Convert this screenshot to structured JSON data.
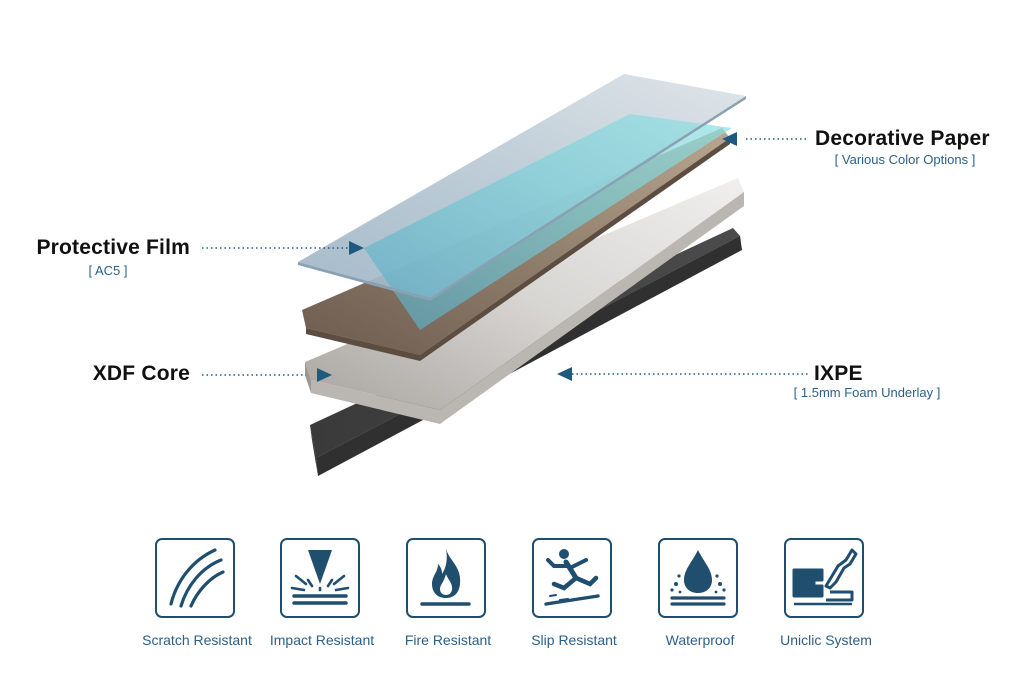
{
  "layers": {
    "protective_film": {
      "title": "Protective Film",
      "sub": "[ AC5 ]"
    },
    "decorative_paper": {
      "title": "Decorative Paper",
      "sub": "[ Various Color Options ]"
    },
    "xdf_core": {
      "title": "XDF Core"
    },
    "ixpe": {
      "title": "IXPE",
      "sub": "[ 1.5mm Foam Underlay ]"
    }
  },
  "features": [
    {
      "label": "Scratch Resistant",
      "icon": "scratch-icon"
    },
    {
      "label": "Impact Resistant",
      "icon": "impact-icon"
    },
    {
      "label": "Fire Resistant",
      "icon": "flame-icon"
    },
    {
      "label": "Slip Resistant",
      "icon": "slip-icon"
    },
    {
      "label": "Waterproof",
      "icon": "water-drop-icon"
    },
    {
      "label": "Uniclic System",
      "icon": "click-joint-icon"
    }
  ],
  "colors": {
    "accent": "#2b5f88",
    "icon_stroke": "#1f4e6e",
    "arrow": "#1f5a7e"
  }
}
